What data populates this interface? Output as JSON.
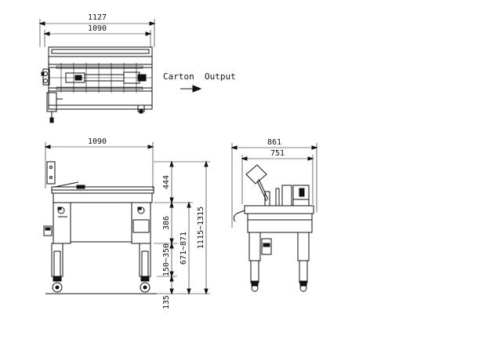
{
  "top_view": {
    "overall_width": "1127",
    "inner_width": "1090"
  },
  "output_label": "Carton  Output",
  "front_view": {
    "width": "1090",
    "v_dim_top": "444",
    "v_dim_mid": "386",
    "v_dim_low": "150~350",
    "v_dim_bottom": "135",
    "v_dim_table": "671~871",
    "v_dim_total": "1115~1315"
  },
  "side_view": {
    "overall_width": "861",
    "inner_width": "751"
  }
}
